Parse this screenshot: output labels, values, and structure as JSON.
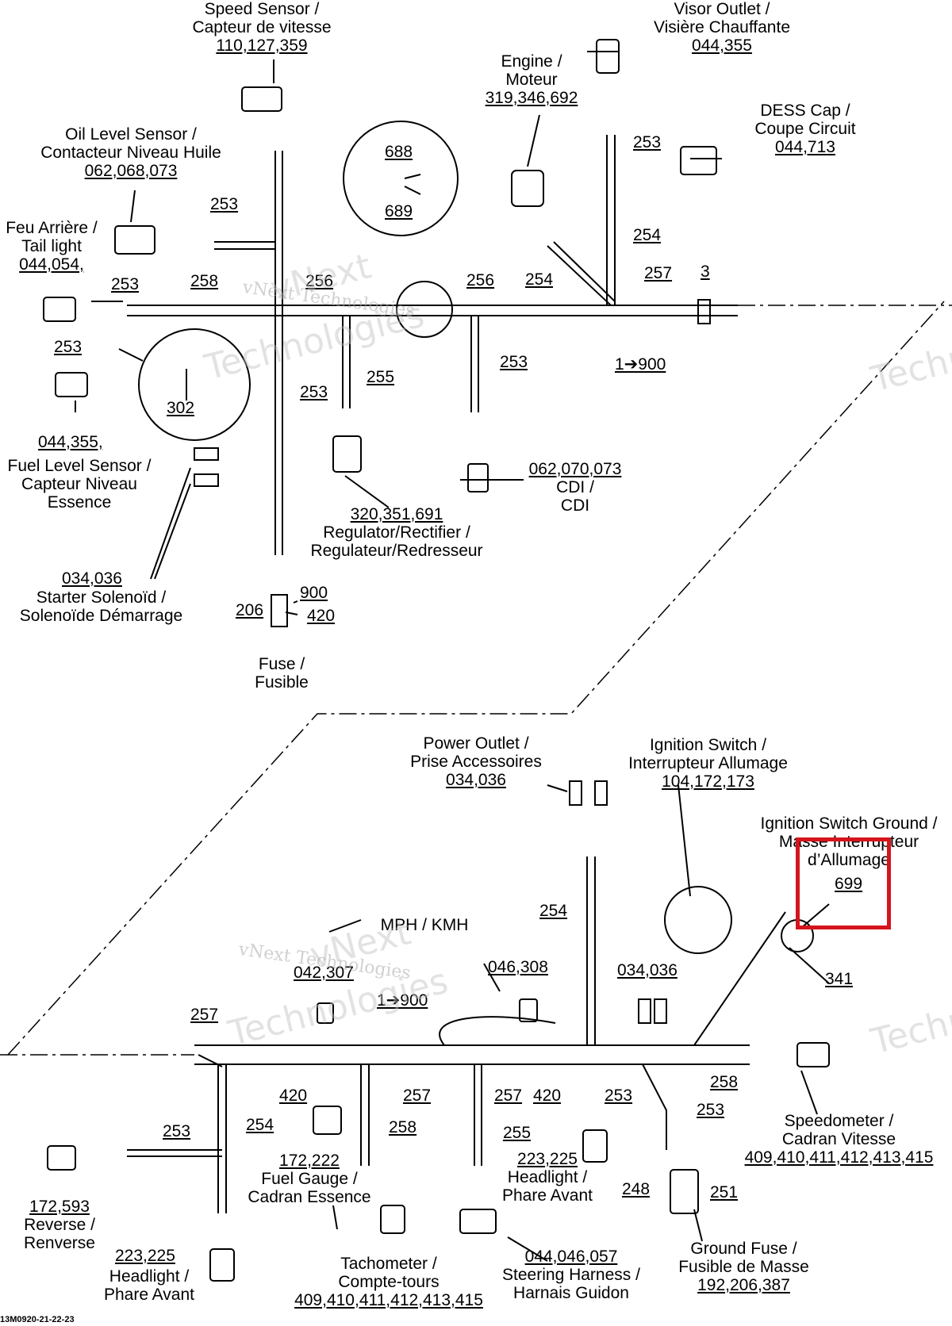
{
  "top": {
    "speed_sensor": [
      "Speed Sensor /",
      "Capteur de vitesse"
    ],
    "speed_sensor_ref": "110,127,359",
    "visor_outlet": [
      "Visor Outlet /",
      "Visière Chauffante"
    ],
    "visor_outlet_ref": "044,355",
    "engine": [
      "Engine /",
      "Moteur"
    ],
    "engine_ref": "319,346,692",
    "dess_cap": [
      "DESS Cap /",
      "Coupe Circuit"
    ],
    "dess_cap_ref": "044,713",
    "oil_level": [
      "Oil Level Sensor /",
      "Contacteur Niveau Huile"
    ],
    "oil_level_ref": "062,068,073",
    "tail_light": [
      "Feu Arrière /",
      "Tail light"
    ],
    "tail_light_ref": "044,054,",
    "lr_ref_left": "044,355,",
    "fuel_level": [
      "Fuel Level Sensor /",
      "Capteur Niveau",
      "Essence"
    ],
    "starter_ref": "034,036",
    "starter": [
      "Starter Solenoïd /",
      "Solenoïde Démarrage"
    ],
    "fuse": [
      "Fuse /",
      "Fusible"
    ],
    "regulator_ref": "320,351,691",
    "regulator": [
      "Regulator/Rectifier /",
      "Regulateur/Redresseur"
    ],
    "cdi_ref": "062,070,073",
    "cdi": [
      "CDI /",
      "CDI"
    ],
    "nums": {
      "n688": "688",
      "n689": "689",
      "n302": "302",
      "n253a": "253",
      "n253b": "253",
      "n253c": "253",
      "n253d": "253",
      "n253e": "253",
      "n253f": "253",
      "n258": "258",
      "n256a": "256",
      "n256b": "256",
      "n254a": "254",
      "n254b": "254",
      "n257": "257",
      "n3": "3",
      "n1to900": "1➔900",
      "n255": "255",
      "n900": "900",
      "n420": "420",
      "n206": "206"
    }
  },
  "bottom": {
    "power_outlet": [
      "Power Outlet /",
      "Prise Accessoires"
    ],
    "power_outlet_ref": "034,036",
    "ign_switch": [
      "Ignition Switch /",
      "Interrupteur Allumage"
    ],
    "ign_switch_ref": "104,172,173",
    "ign_ground": [
      "Ignition Switch Ground /",
      "Masse Interrupteur",
      "d’Allumage"
    ],
    "ign_ground_ref": "699",
    "mph_kmh": "MPH / KMH",
    "ref_042": "042,307",
    "ref_046": "046,308",
    "ref_034": "034,036",
    "fuel_gauge_ref": "172,222",
    "fuel_gauge": [
      "Fuel Gauge /",
      "Cadran Essence"
    ],
    "reverse_ref": "172,593",
    "reverse": [
      "Reverse /",
      "Renverse"
    ],
    "headlight_left_ref": "223,225",
    "headlight_left": [
      "Headlight /",
      "Phare Avant"
    ],
    "tach": [
      "Tachometer /",
      "Compte-tours"
    ],
    "tach_ref": "409,410,411,412,413,415",
    "steering_ref": "044,046,057",
    "steering": [
      "Steering Harness /",
      "Harnais Guidon"
    ],
    "headlight_mid_ref": "223,225",
    "headlight_mid": [
      "Headlight /",
      "Phare Avant"
    ],
    "ground_fuse": [
      "Ground Fuse /",
      "Fusible de Masse"
    ],
    "ground_fuse_ref": "192,206,387",
    "speedometer": [
      "Speedometer /",
      "Cadran Vitesse"
    ],
    "speedometer_ref": "409,410,411,412,413,415",
    "nums": {
      "n254a": "254",
      "n254b": "254",
      "n341": "341",
      "n257a": "257",
      "n257b": "257",
      "n257c": "257",
      "n1to900": "1➔900",
      "n420a": "420",
      "n420b": "420",
      "n258a": "258",
      "n258b": "258",
      "n253a": "253",
      "n253b": "253",
      "n253c": "253",
      "n255": "255",
      "n248": "248",
      "n251": "251"
    }
  },
  "watermark": {
    "brand": "vNext",
    "tech": "Technologies",
    "full": "vNext Technologies"
  },
  "footer_code": "13M0920-21-22-23",
  "highlight_color": "#d6141b"
}
